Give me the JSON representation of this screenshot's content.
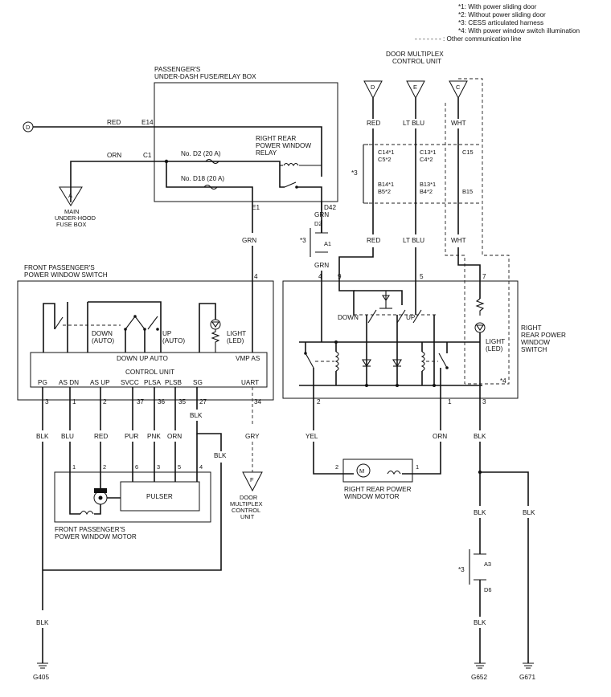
{
  "legend": [
    "*1: With power sliding door",
    "*2: Without power sliding door",
    "*3: CESS articulated harness",
    "*4: With power window switch illumination",
    "- - - - - - - : Other communication line"
  ],
  "fuse_box": {
    "title1": "PASSENGER'S",
    "title2": "UNDER-DASH FUSE/RELAY BOX",
    "fuse1": "No. D2 (20 A)",
    "fuse2": "No. D18 (20 A)",
    "relay1": "RIGHT REAR",
    "relay2": "POWER WINDOW",
    "relay3": "RELAY",
    "e14": "E14",
    "c1": "C1",
    "e1": "E1",
    "d42": "D42"
  },
  "inputs": {
    "d_letter": "D",
    "a_letter": "A",
    "red": "RED",
    "orn": "ORN",
    "under_hood1": "MAIN",
    "under_hood2": "UNDER-HOOD",
    "under_hood3": "FUSE BOX"
  },
  "mpcu": {
    "title1": "DOOR MULTIPLEX",
    "title2": "CONTROL UNIT",
    "d": "D",
    "e": "E",
    "c": "C",
    "red": "RED",
    "ltblu": "LT BLU",
    "wht": "WHT",
    "c14": "C14*1",
    "c5": "C5*2",
    "c13": "C13*1",
    "c4": "C4*2",
    "c15": "C15",
    "b14": "B14*1",
    "b5": "B5*2",
    "b13": "B13*1",
    "b4": "B4*2",
    "b15": "B15",
    "star3": "*3"
  },
  "fpw_switch": {
    "title1": "FRONT PASSENGER'S",
    "title2": "POWER WINDOW SWITCH",
    "down_auto1": "DOWN",
    "down_auto2": "(AUTO)",
    "up_auto1": "UP",
    "up_auto2": "(AUTO)",
    "light1": "LIGHT",
    "light2": "(LED)",
    "down_up_auto": "DOWN  UP AUTO",
    "vmp_as": "VMP AS",
    "control_unit": "CONTROL UNIT",
    "pins": [
      "PG",
      "AS DN",
      "AS UP",
      "SVCC",
      "PLSA",
      "PLSB",
      "SG",
      "UART"
    ],
    "pin_nums": [
      "3",
      "1",
      "2",
      "37",
      "36",
      "35",
      "27",
      "34"
    ],
    "pin4": "4"
  },
  "fpw_wires": {
    "blk": "BLK",
    "blu": "BLU",
    "red": "RED",
    "pur": "PUR",
    "pnk": "PNK",
    "orn": "ORN",
    "blk2": "BLK",
    "blk3": "BLK",
    "gry": "GRY",
    "grn": "GRN",
    "grn2": "GRN",
    "grn3": "GRN",
    "d2": "D2",
    "a1": "A1",
    "star3": "*3"
  },
  "fpw_motor": {
    "title1": "FRONT PASSENGER'S",
    "title2": "POWER WINDOW MOTOR",
    "pulser": "PULSER",
    "pins": [
      "1",
      "2",
      "6",
      "3",
      "5",
      "4"
    ]
  },
  "mpcu2": {
    "letter": "F",
    "l1": "DOOR",
    "l2": "MULTIPLEX",
    "l3": "CONTROL",
    "l4": "UNIT"
  },
  "rr_switch": {
    "title1": "RIGHT",
    "title2": "REAR POWER",
    "title3": "WINDOW",
    "title4": "SWITCH",
    "down": "DOWN",
    "up": "UP",
    "light1": "LIGHT",
    "light2": "(LED)",
    "star4": "*4",
    "pins_top": [
      "4",
      "9",
      "5",
      "7"
    ],
    "pins_bottom": [
      "2",
      "1",
      "3"
    ],
    "red": "RED",
    "ltblu": "LT BLU",
    "wht": "WHT"
  },
  "rr_motor": {
    "title1": "RIGHT REAR POWER",
    "title2": "WINDOW MOTOR",
    "p2": "2",
    "p1": "1",
    "m": "M",
    "yel": "YEL",
    "orn": "ORN"
  },
  "grounds": {
    "g405": "G405",
    "g652": "G652",
    "g671": "G671",
    "blk_a": "BLK",
    "blk_b": "BLK",
    "blk_c": "BLK",
    "blk_d": "BLK",
    "blk_e": "BLK",
    "a3": "A3",
    "d6": "D6",
    "star3": "*3"
  }
}
